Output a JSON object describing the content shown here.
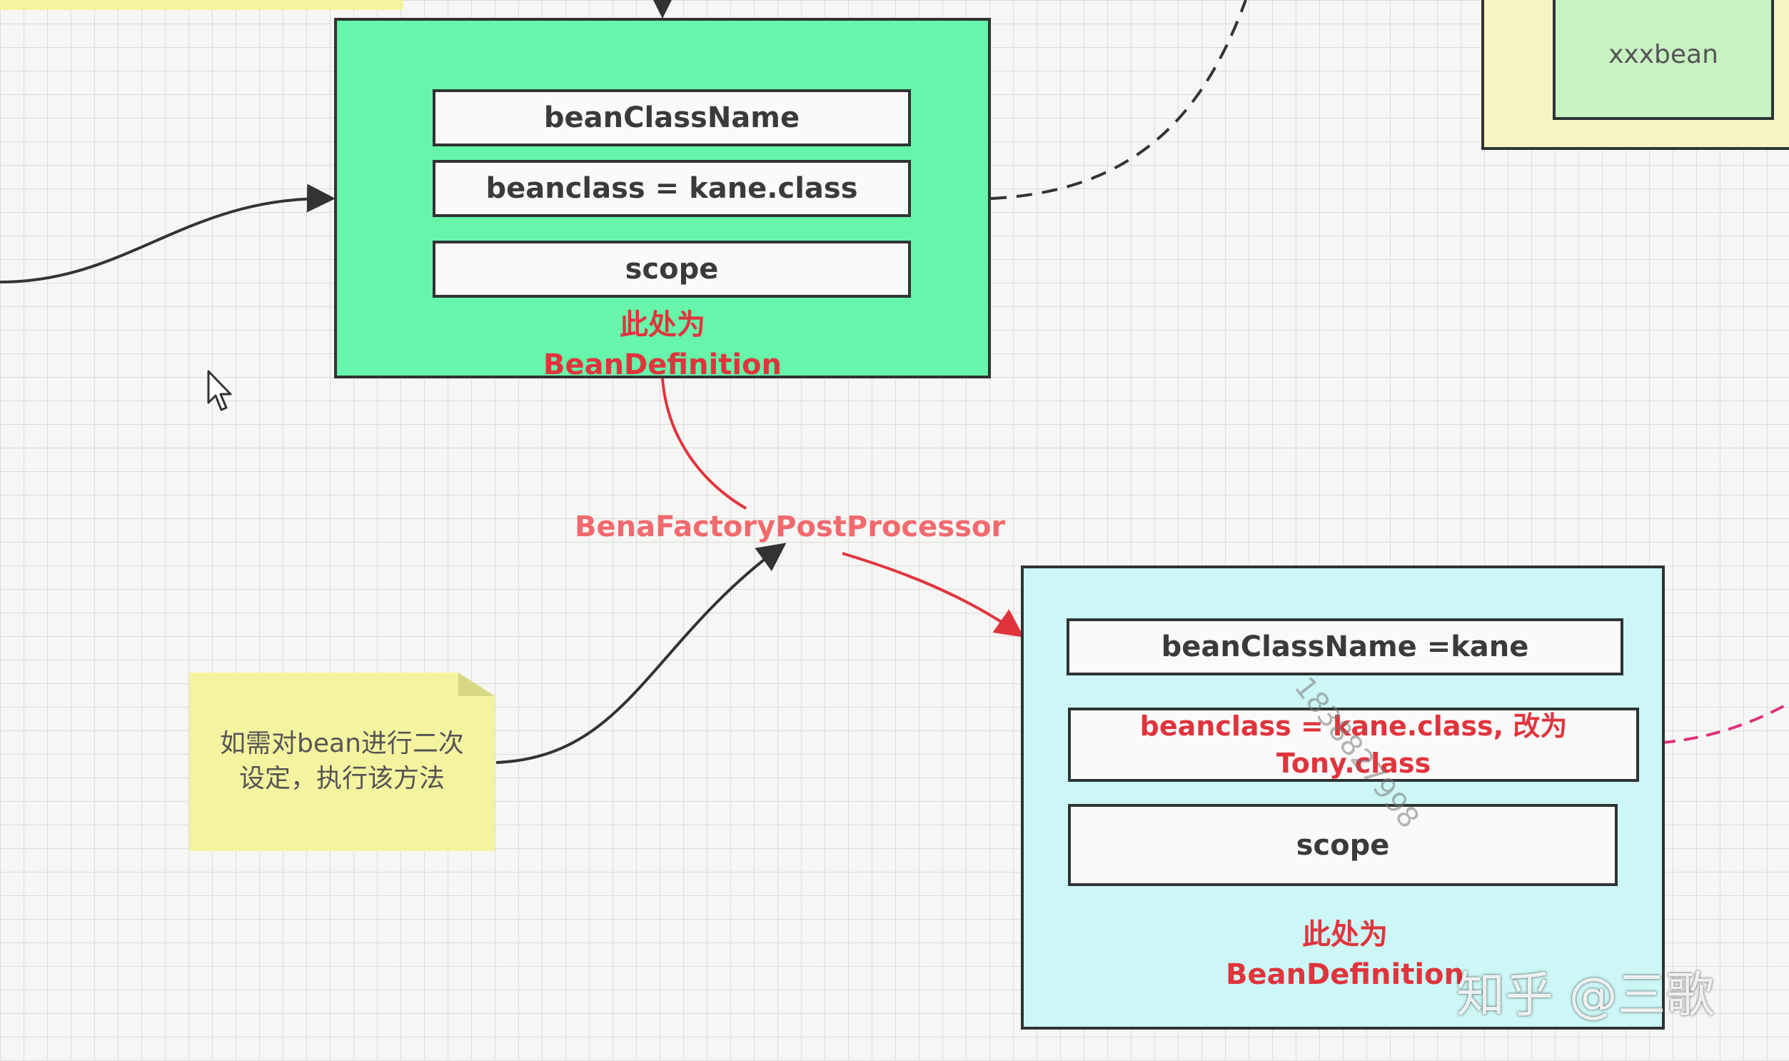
{
  "top_green_box": {
    "field1": "beanClassName",
    "field2": "beanclass = kane.class",
    "field3": "scope",
    "caption_line1": "此处为",
    "caption_line2": "BeanDefinition"
  },
  "processor_label": "BenaFactoryPostProcessor",
  "note": {
    "line1": "如需对bean进行二次",
    "line2": "设定，执行该方法"
  },
  "bottom_cyan_box": {
    "field1": "beanClassName =kane",
    "field2_line1": "beanclass = kane.class, 改为",
    "field2_line2": "Tony.class",
    "field3": "scope",
    "caption_line1": "此处为",
    "caption_line2": "BeanDefinition"
  },
  "xxxbean_label": "xxxbean",
  "watermark_text": "知乎 @三歌",
  "overlay_number": "1838827998",
  "colors": {
    "green_box": "#66f5aa",
    "cyan_box": "#ccf7f6",
    "yellow_box": "#f7f4c4",
    "xxxbean_box": "#c9f2c3",
    "accent_red": "#e0343c",
    "note_yellow": "#f4f4a0"
  }
}
